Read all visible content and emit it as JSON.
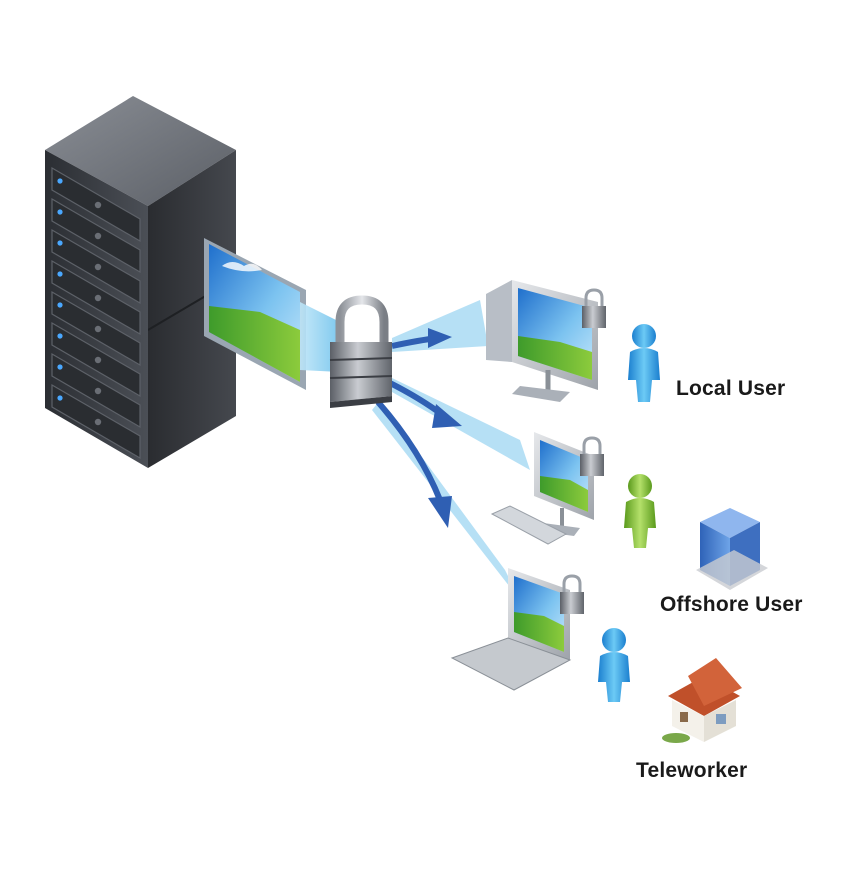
{
  "diagram": {
    "nodes": [
      {
        "id": "server",
        "icon": "server-rack-icon"
      },
      {
        "id": "screen",
        "icon": "desktop-screen-icon"
      },
      {
        "id": "lock",
        "icon": "padlock-icon"
      },
      {
        "id": "local",
        "icon": "monitor-icon",
        "label": "Local User"
      },
      {
        "id": "offshore",
        "icon": "desktop-computer-icon",
        "label": "Offshore User"
      },
      {
        "id": "tele",
        "icon": "laptop-icon",
        "label": "Teleworker"
      }
    ],
    "edges": [
      {
        "from": "lock",
        "to": "local"
      },
      {
        "from": "lock",
        "to": "offshore"
      },
      {
        "from": "lock",
        "to": "tele"
      }
    ]
  },
  "colors": {
    "accent": "#2f5fb3",
    "beam": "#8fd0f0",
    "user_blue": "#2a9be0",
    "user_green": "#7ab82c",
    "rack": "#3a3d42",
    "building": "#4a7fd0",
    "roof": "#c0502a"
  },
  "labels": {
    "local_user": "Local User",
    "offshore_user": "Offshore User",
    "teleworker": "Teleworker"
  }
}
